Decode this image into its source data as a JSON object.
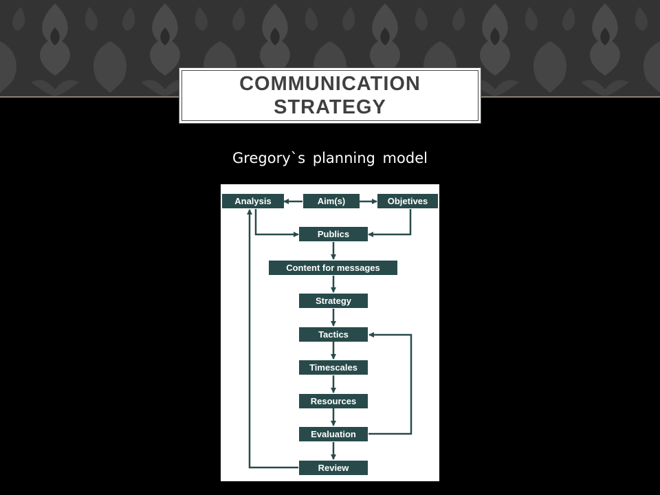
{
  "slide": {
    "title": "COMMUNICATION STRATEGY",
    "subtitle": "Gregory`s planning model"
  },
  "diagram": {
    "nodes": {
      "analysis": "Analysis",
      "aims": "Aim(s)",
      "objectives": "Objetives",
      "publics": "Publics",
      "content": "Content for messages",
      "strategy": "Strategy",
      "tactics": "Tactics",
      "timescales": "Timescales",
      "resources": "Resources",
      "evaluation": "Evaluation",
      "review": "Review"
    }
  },
  "colors": {
    "node_fill": "#284a4a",
    "arrow": "#284a4a",
    "background": "#000000",
    "banner": "#3a3a3a"
  }
}
